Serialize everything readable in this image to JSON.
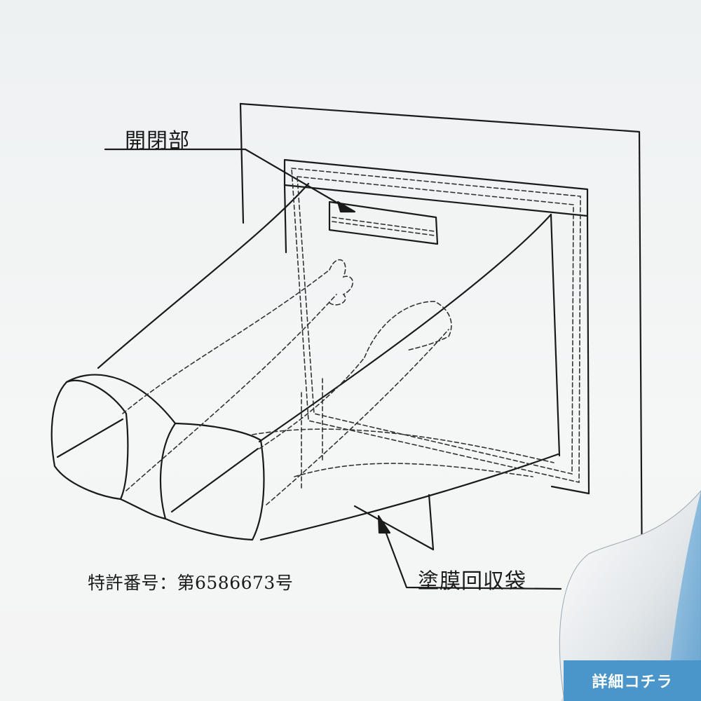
{
  "labels": {
    "opening": "開閉部",
    "bag": "塗膜回収袋",
    "patent": "特許番号：第6586673号"
  },
  "link": {
    "details": "詳細コチラ"
  },
  "colors": {
    "ink": "#1a1a1a",
    "link_bg": "#4a95c9",
    "link_text": "#ffffff",
    "page_bg": "#eef1f2"
  }
}
